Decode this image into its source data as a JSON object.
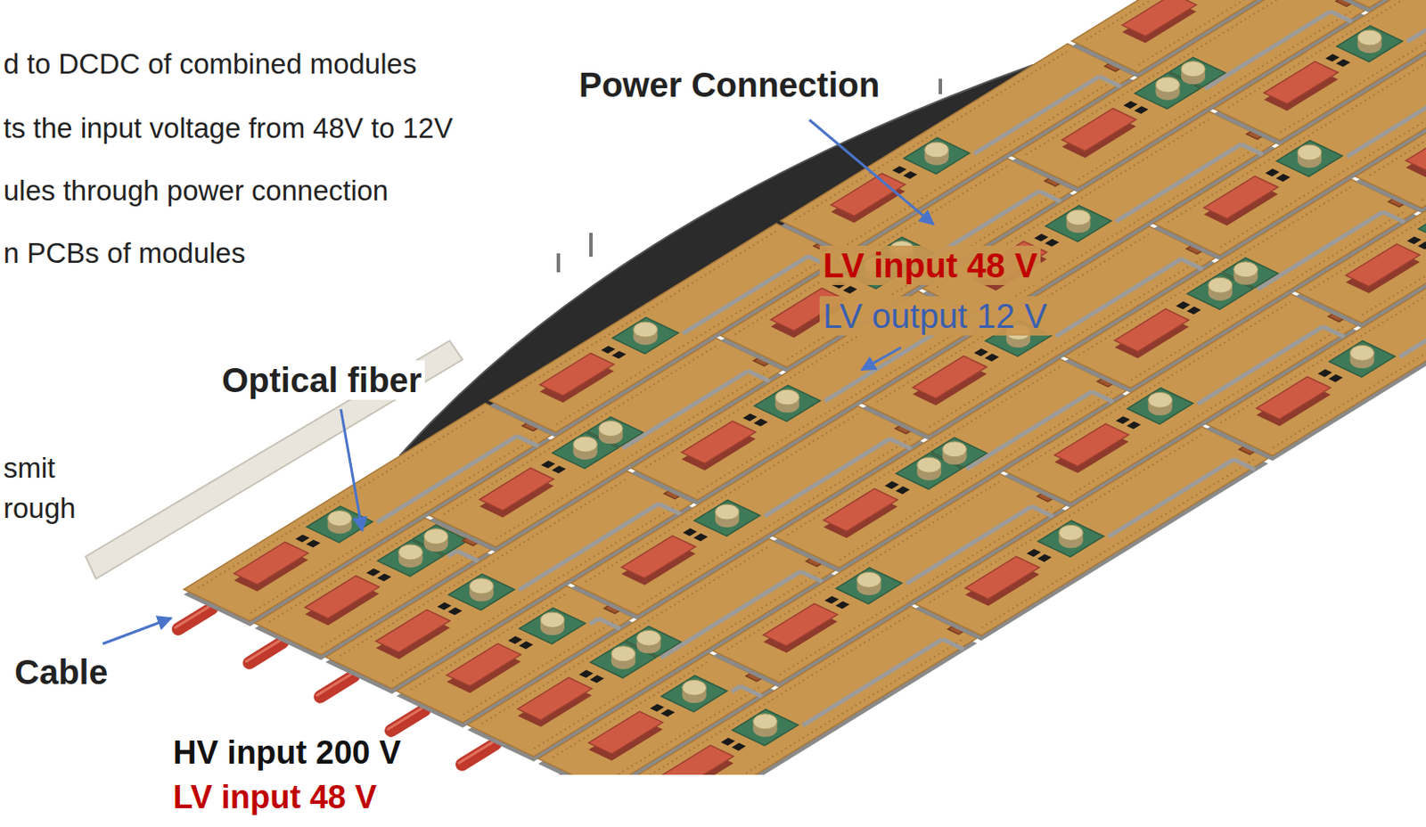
{
  "diagram": {
    "labels": [
      "d to DCDC of combined modules",
      "ts the input voltage from 48V to 12V",
      "ules through power connection",
      "n PCBs of modules",
      "smit",
      "rough",
      "Power Connection",
      "LV input 48 V",
      "LV output 12 V",
      "Optical fiber",
      "Cable",
      "HV input 200 V",
      "LV input 48 V"
    ]
  }
}
